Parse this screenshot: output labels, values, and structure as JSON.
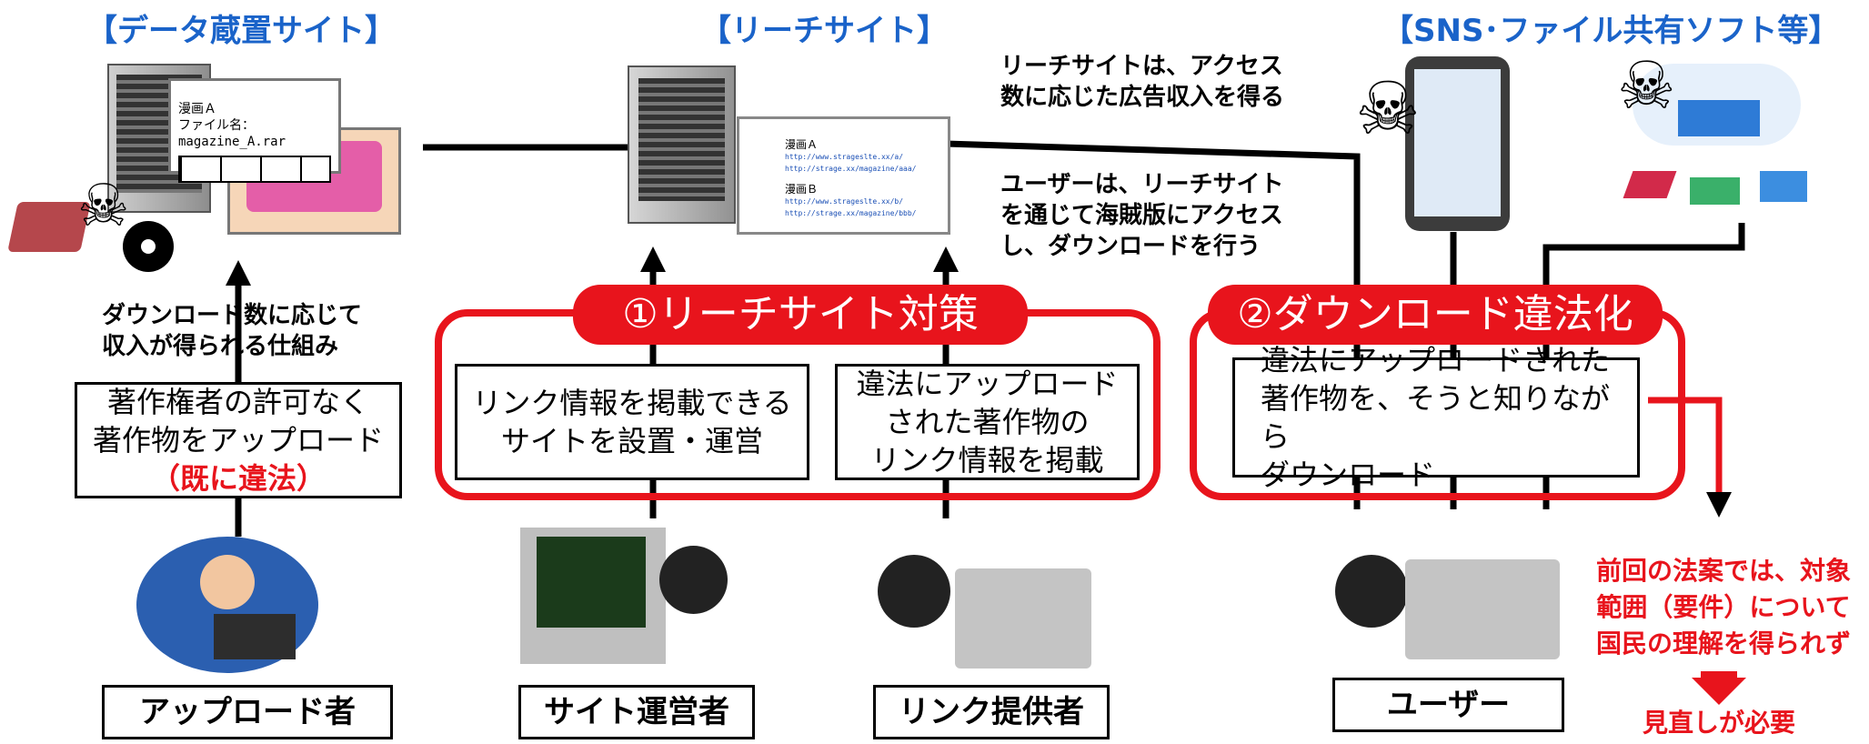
{
  "headers": {
    "data_site": "【データ蔵置サイト】",
    "reach_site": "【リーチサイト】",
    "sns": "【SNS･ファイル共有ソフト等】"
  },
  "notes": {
    "reach_income_1": "リーチサイトは、アクセス",
    "reach_income_2": "数に応じた広告収入を得る",
    "user_access_1": "ユーザーは、リーチサイト",
    "user_access_2": "を通じて海賊版にアクセス",
    "user_access_3": "し、ダウンロードを行う",
    "download_income_1": "ダウンロード数に応じて",
    "download_income_2": "収入が得られる仕組み"
  },
  "boxes": {
    "upload_1": "著作権者の許可なく",
    "upload_2": "著作物をアップロード",
    "upload_3": "（既に違法）",
    "link_site_1": "リンク情報を掲載できる",
    "link_site_2": "サイトを設置・運営",
    "link_info_1": "違法にアップロード",
    "link_info_2": "された著作物の",
    "link_info_3": "リンク情報を掲載",
    "download_1": "違法にアップロードされた",
    "download_2": "著作物を、そうと知りながら",
    "download_3": "ダウンロード"
  },
  "measures": {
    "reach_measure": "①リーチサイト対策",
    "download_illegal": "②ダウンロード違法化"
  },
  "roles": {
    "uploader": "アップロード者",
    "site_operator": "サイト運営者",
    "link_provider": "リンク提供者",
    "user": "ユーザー"
  },
  "review": {
    "line1": "前回の法案では、対象",
    "line2": "範囲（要件）について",
    "line3": "国民の理解を得られず",
    "line4": "見直しが必要"
  },
  "screens": {
    "data_manga": "漫画Ａ",
    "data_file": "ファイル名：magazine_A.rar",
    "reach_manga_a": "漫画Ａ",
    "reach_url_a1": "http://www.strageslte.xx/a/",
    "reach_url_a2": "http://strage.xx/magazine/aaa/",
    "reach_manga_b": "漫画Ｂ",
    "reach_url_b1": "http://www.strageslte.xx/b/",
    "reach_url_b2": "http://strage.xx/magazine/bbb/"
  },
  "colors": {
    "header_blue": "#1a63c9",
    "accent_red": "#e8141c"
  }
}
